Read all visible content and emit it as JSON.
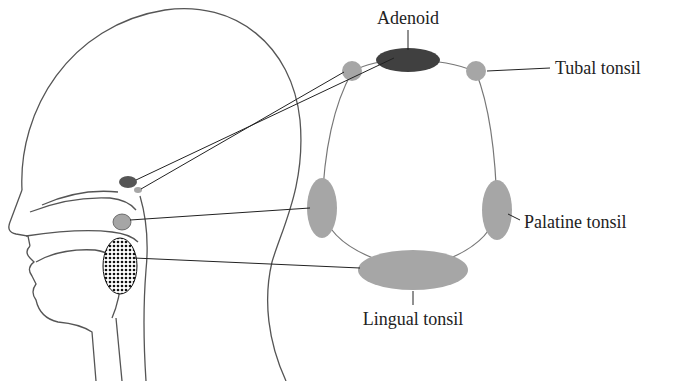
{
  "diagram": {
    "labels": [
      "Adenoid",
      "Tubal tonsil",
      "Palatine tonsil",
      "Lingual tonsil"
    ]
  }
}
